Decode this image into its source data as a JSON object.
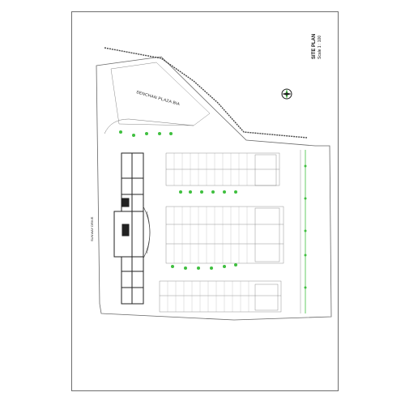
{
  "drawing": {
    "title": "SITE PLAN",
    "scale": "Scale 1 : 100",
    "road_label": "SUNWAY DRIVE",
    "plaza_label": "SENCHAN PLAZA BIA"
  },
  "colors": {
    "line": "#555555",
    "tree": "#3fbf3f",
    "building": "#222222"
  },
  "icons": [
    "north-arrow-icon"
  ]
}
